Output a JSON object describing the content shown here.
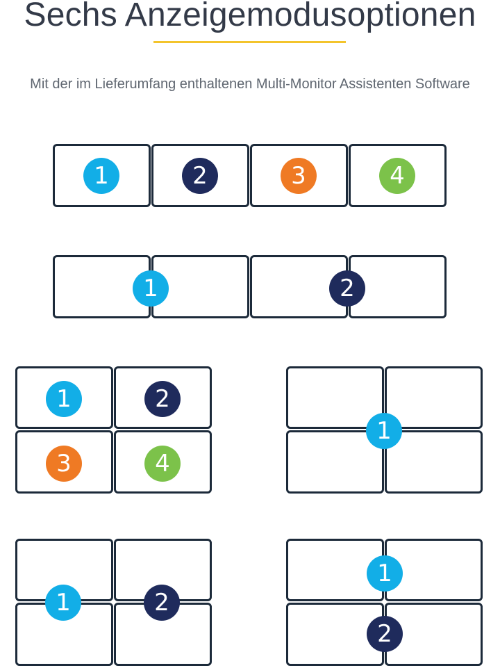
{
  "heading": {
    "title": "Sechs Anzeigemodusoptionen",
    "subtitle": "Mit der im Lieferumfang enthaltenen Multi-Monitor Assistenten Software",
    "accent_color": "#f3c42c"
  },
  "colors": {
    "display_1": "#12aee7",
    "display_2": "#1f2b5c",
    "display_3": "#ef7a24",
    "display_4": "#7cc24a",
    "monitor_outline": "#1c2a3a"
  },
  "modes": {
    "m1": {
      "b1": "1",
      "b2": "2",
      "b3": "3",
      "b4": "4"
    },
    "m2": {
      "b1": "1",
      "b2": "2"
    },
    "m3": {
      "b1": "1",
      "b2": "2",
      "b3": "3",
      "b4": "4"
    },
    "m4": {
      "b1": "1"
    },
    "m5": {
      "b1": "1",
      "b2": "2"
    },
    "m6": {
      "b1": "1",
      "b2": "2"
    }
  }
}
